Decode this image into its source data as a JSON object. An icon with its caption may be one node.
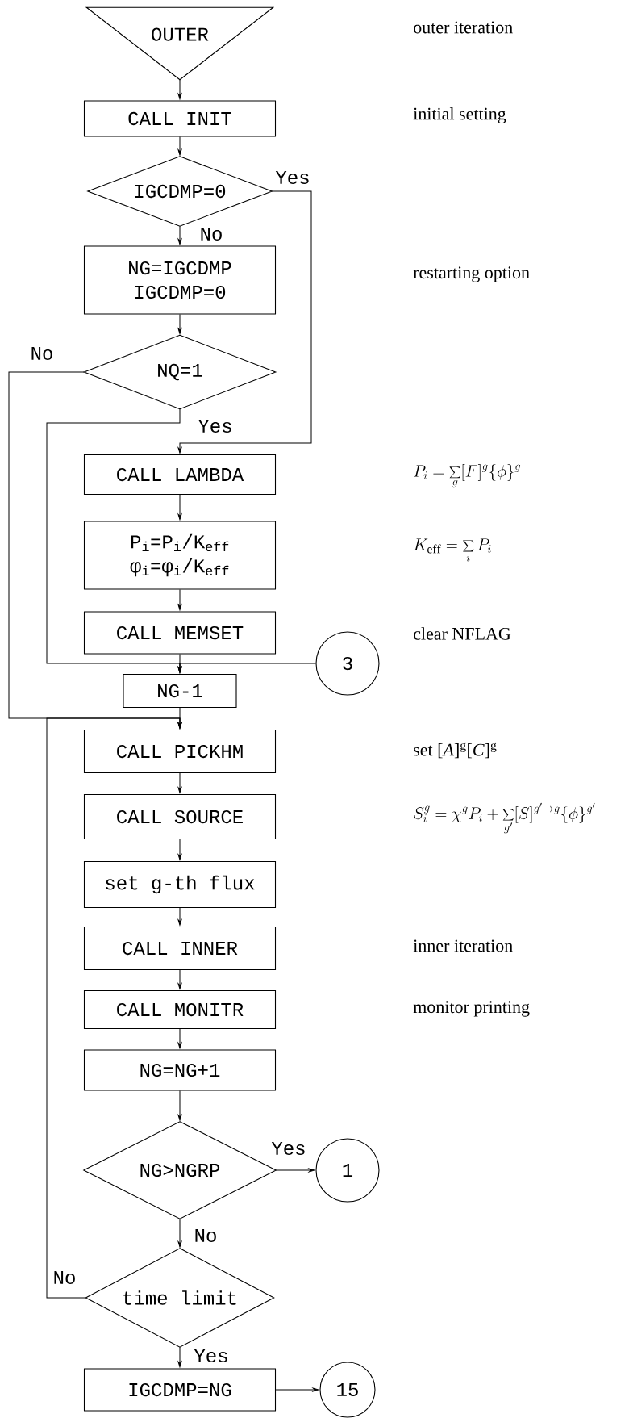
{
  "diagram": {
    "nodes": [
      {
        "text": [
          "OUTER"
        ]
      },
      {
        "text": [
          "CALL INIT"
        ]
      },
      {
        "text": [
          "IGCDMP=0"
        ]
      },
      {
        "text": [
          "NG=IGCDMP",
          "IGCDMP=0"
        ]
      },
      {
        "text": [
          "NQ=1"
        ]
      },
      {
        "text": [
          "CALL LAMBDA"
        ]
      },
      {
        "text": [
          "P$_{i}$=P$_{i}$/K$_{eff}$",
          "φ$_{i}$=φ$_{i}$/K$_{eff}$"
        ]
      },
      {
        "text": [
          "CALL MEMSET"
        ]
      },
      {
        "text": [
          "3"
        ]
      },
      {
        "text": [
          "NG-1"
        ]
      },
      {
        "text": [
          "CALL PICKHM"
        ]
      },
      {
        "text": [
          "CALL SOURCE"
        ]
      },
      {
        "text": [
          "set g-th flux"
        ]
      },
      {
        "text": [
          "CALL INNER"
        ]
      },
      {
        "text": [
          "CALL MONITR"
        ]
      },
      {
        "text": [
          "NG=NG+1"
        ]
      },
      {
        "text": [
          "NG>NGRP"
        ]
      },
      {
        "text": [
          "1"
        ]
      },
      {
        "text": [
          "time limit"
        ]
      },
      {
        "text": [
          "IGCDMP=NG"
        ]
      },
      {
        "text": [
          "15"
        ]
      }
    ],
    "edges": [
      {
        "from": 0,
        "to": 1,
        "arrow": "to"
      },
      {
        "from": 1,
        "to": 2,
        "arrow": "to"
      },
      {
        "from": 2,
        "to": 5,
        "arrow": "to",
        "label": "Yes"
      },
      {
        "from": 2,
        "to": 3,
        "arrow": "to",
        "label": "No"
      },
      {
        "from": 3,
        "to": 4,
        "arrow": "to"
      },
      {
        "from": 4,
        "to": 10,
        "arrow": "to",
        "label": "No"
      },
      {
        "from": 4,
        "to": 9,
        "arrow": "to",
        "label": "Yes"
      },
      {
        "from": 5,
        "to": 6,
        "arrow": "to"
      },
      {
        "from": 6,
        "to": 7,
        "arrow": "to"
      },
      {
        "from": 7,
        "to": 9,
        "arrow": "to"
      },
      {
        "from": 8,
        "to": 9,
        "arrow": "to"
      },
      {
        "from": 9,
        "to": 10,
        "arrow": "to"
      },
      {
        "from": 10,
        "to": 11,
        "arrow": "to"
      },
      {
        "from": 11,
        "to": 12,
        "arrow": "to"
      },
      {
        "from": 12,
        "to": 13,
        "arrow": "to"
      },
      {
        "from": 13,
        "to": 14,
        "arrow": "to"
      },
      {
        "from": 14,
        "to": 15,
        "arrow": "to"
      },
      {
        "from": 15,
        "to": 16,
        "arrow": "to"
      },
      {
        "from": 16,
        "to": 17,
        "arrow": "to",
        "label": "Yes"
      },
      {
        "from": 16,
        "to": 18,
        "arrow": "to",
        "label": "No"
      },
      {
        "from": 18,
        "to": 10,
        "arrow": "to",
        "label": "No"
      },
      {
        "from": 18,
        "to": 19,
        "arrow": "to",
        "label": "Yes"
      },
      {
        "from": 19,
        "to": 20,
        "arrow": "to"
      }
    ],
    "labels": [
      "outer iteration",
      "initial setting",
      "restarting option",
      "P_{i}=\\sum\\limits_{g}[F]^{g}\\{\\phi\\}^{g}",
      "K_{\\mathrm{eff}}=\\sum\\limits_{i}P_{i}",
      "clear NFLAG",
      "set [*A*]$^{g}$[*C*]$^{g}$",
      "S_{i}^{g}=\\chi^{g}P_{i}+\\sum\\limits_{g'}[S]^{g'\\to g}\\{\\phi\\}^{g'}",
      "inner iteration",
      "monitor printing"
    ]
  }
}
